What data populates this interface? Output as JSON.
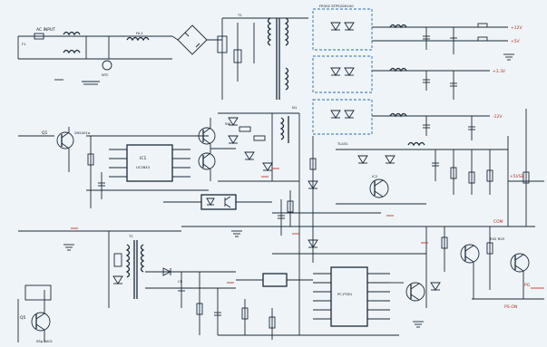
{
  "labels": {
    "q1": "Q1",
    "q1_part": "2N5401a",
    "q5": "Q5",
    "q5_part": "SSp 9001",
    "q_right_top": "R02 R03",
    "ic1": "IC1",
    "ic1_part": "UC3843",
    "sw": "SW",
    "n1": "N1",
    "tr": "T1",
    "ic2": "IC2",
    "ic2_part": "TL431",
    "pcb": "PC-PCB1",
    "ce": "CE"
  },
  "outputs": {
    "o1": "+12V",
    "o2": "+5V",
    "o3": "+3.3V",
    "o4": "-12V",
    "o5": "PG",
    "o6": "PS-ON",
    "o7": "+5VSB",
    "o8": "COM"
  },
  "colors": {
    "background": "#eef4f7",
    "wire": "#1b2a3a",
    "dash": "#2b6cb0",
    "accent": "#c0392b"
  }
}
